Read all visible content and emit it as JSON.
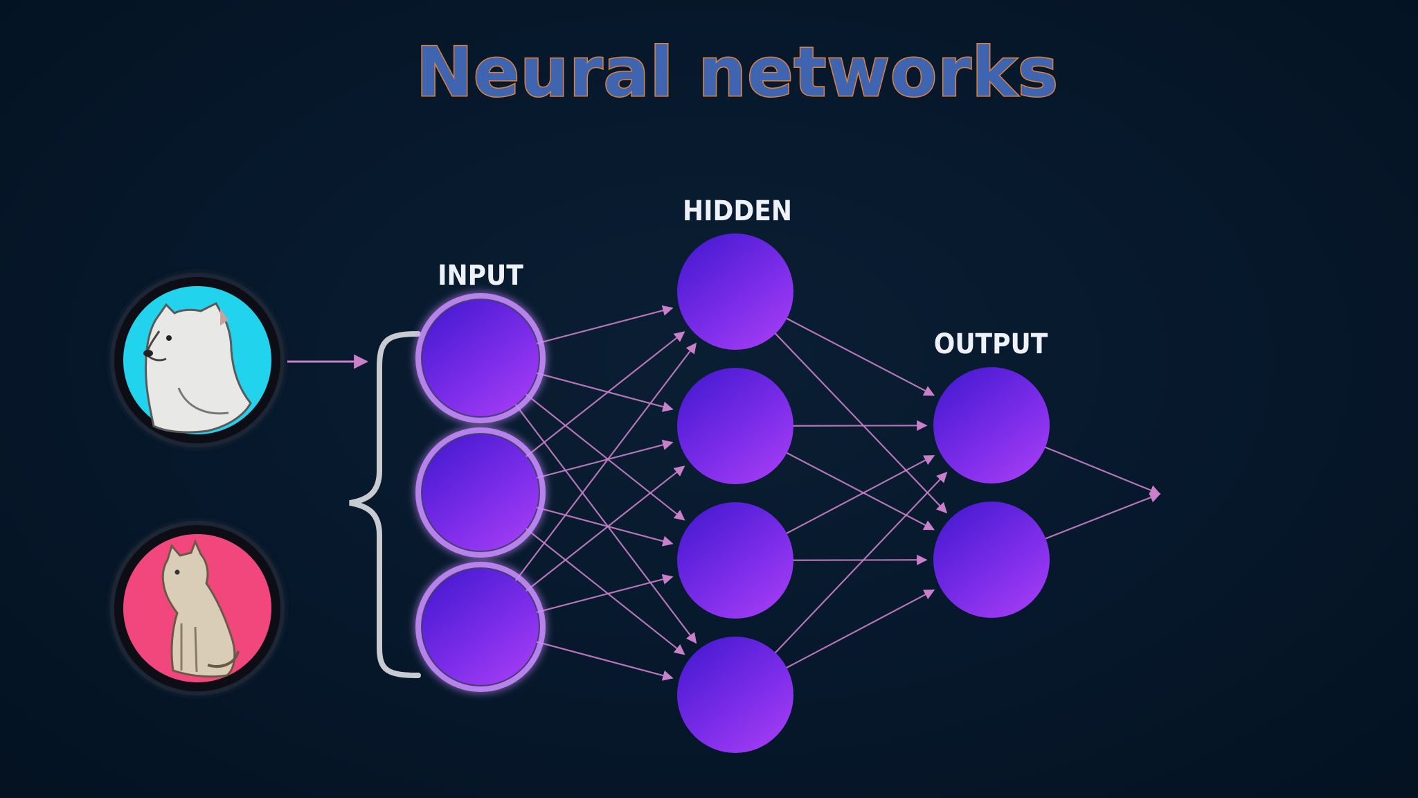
{
  "slide": {
    "title": "Neural networks"
  },
  "diagram": {
    "layers": [
      {
        "label": "INPUT",
        "neurons": 3
      },
      {
        "label": "HIDDEN",
        "neurons": 4
      },
      {
        "label": "OUTPUT",
        "neurons": 2
      }
    ],
    "input_examples": [
      {
        "name": "dog",
        "background": "#22d3ee"
      },
      {
        "name": "cat",
        "background": "#f2467c"
      }
    ],
    "colors": {
      "neuron_top": "#4a1fd6",
      "neuron_bottom": "#a53cf5",
      "connection": "#c97fc9",
      "title_fill": "#3f64b0",
      "title_outline": "#e0823a"
    }
  }
}
